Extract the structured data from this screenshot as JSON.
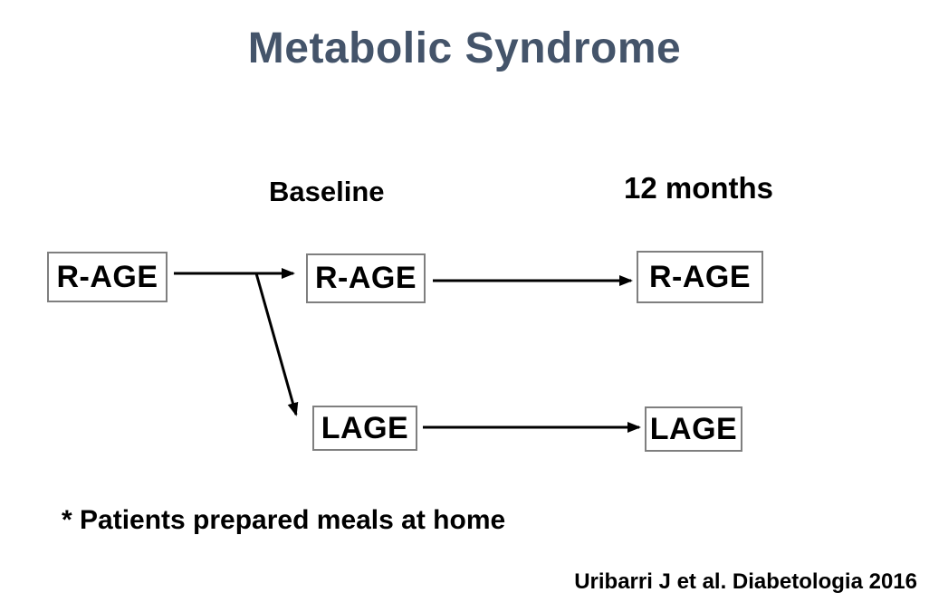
{
  "slide": {
    "title": "Metabolic Syndrome",
    "column_headers": {
      "baseline": "Baseline",
      "twelve_months": "12 months"
    },
    "nodes": {
      "start_rage": "R-AGE",
      "baseline_rage": "R-AGE",
      "followup_rage": "R-AGE",
      "baseline_lage": "LAGE",
      "followup_lage": "LAGE"
    },
    "footnote": "* Patients prepared meals at home",
    "citation": "Uribarri J et al. Diabetologia 2016"
  },
  "colors": {
    "title": "#44546A",
    "text": "#000000",
    "box_border": "#7F7F7F",
    "arrow": "#000000",
    "background": "#FFFFFF"
  }
}
